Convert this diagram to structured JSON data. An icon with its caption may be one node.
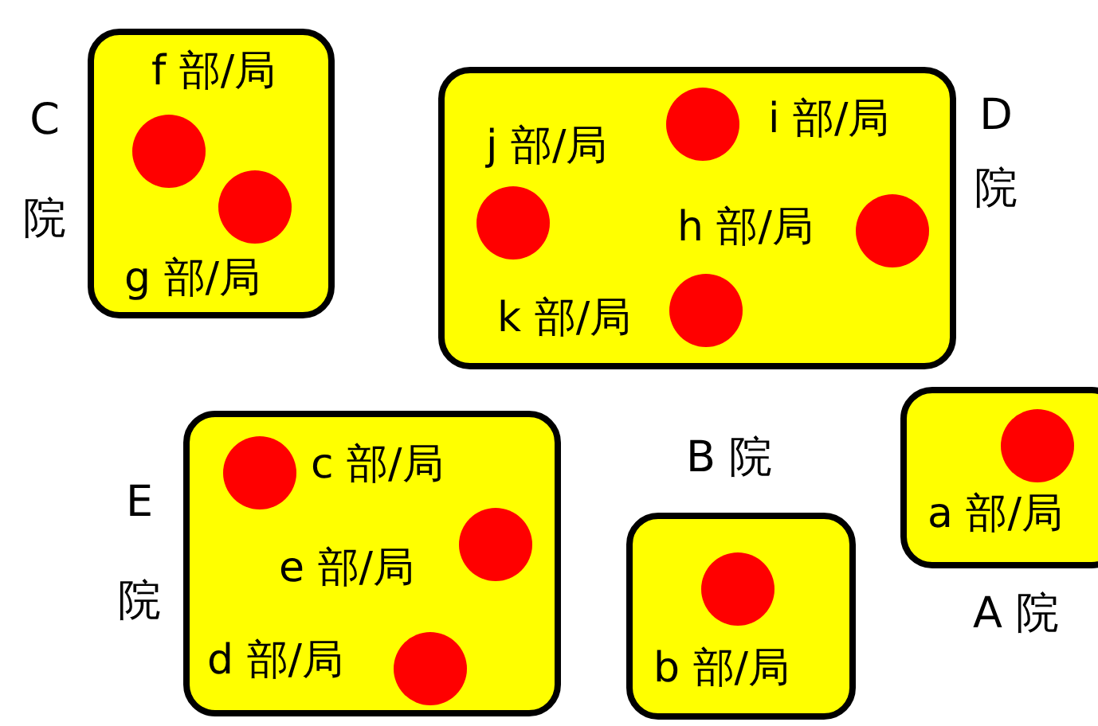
{
  "diagram": {
    "nodes": [
      {
        "text": [
          "C 院"
        ]
      },
      {
        "text": [],
        "shape": "circle",
        "in": 0,
        "beside": [
          "f 部/局"
        ]
      },
      {
        "text": [],
        "shape": "circle",
        "in": 0,
        "beside": [
          "g 部/局"
        ]
      },
      {
        "text": [
          "D 院"
        ]
      },
      {
        "text": [],
        "shape": "circle",
        "in": 3,
        "beside": [
          "j 部/局"
        ]
      },
      {
        "text": [],
        "shape": "circle",
        "in": 3,
        "beside": [
          "i 部/局"
        ]
      },
      {
        "text": [],
        "shape": "circle",
        "in": 3,
        "beside": [
          "h 部/局"
        ]
      },
      {
        "text": [],
        "shape": "circle",
        "in": 3,
        "beside": [
          "k 部/局"
        ]
      },
      {
        "text": [
          "E 院"
        ]
      },
      {
        "text": [],
        "shape": "circle",
        "in": 8,
        "beside": [
          "c 部/局"
        ]
      },
      {
        "text": [],
        "shape": "circle",
        "in": 8,
        "beside": [
          "e 部/局"
        ]
      },
      {
        "text": [],
        "shape": "circle",
        "in": 8,
        "beside": [
          "d 部/局"
        ]
      },
      {
        "text": [
          "B 院"
        ]
      },
      {
        "text": [],
        "shape": "circle",
        "in": 12,
        "beside": [
          "b 部/局"
        ]
      },
      {
        "text": [
          "A 院"
        ]
      },
      {
        "text": [],
        "shape": "circle",
        "in": 14,
        "beside": [
          "a 部/局"
        ]
      }
    ]
  }
}
